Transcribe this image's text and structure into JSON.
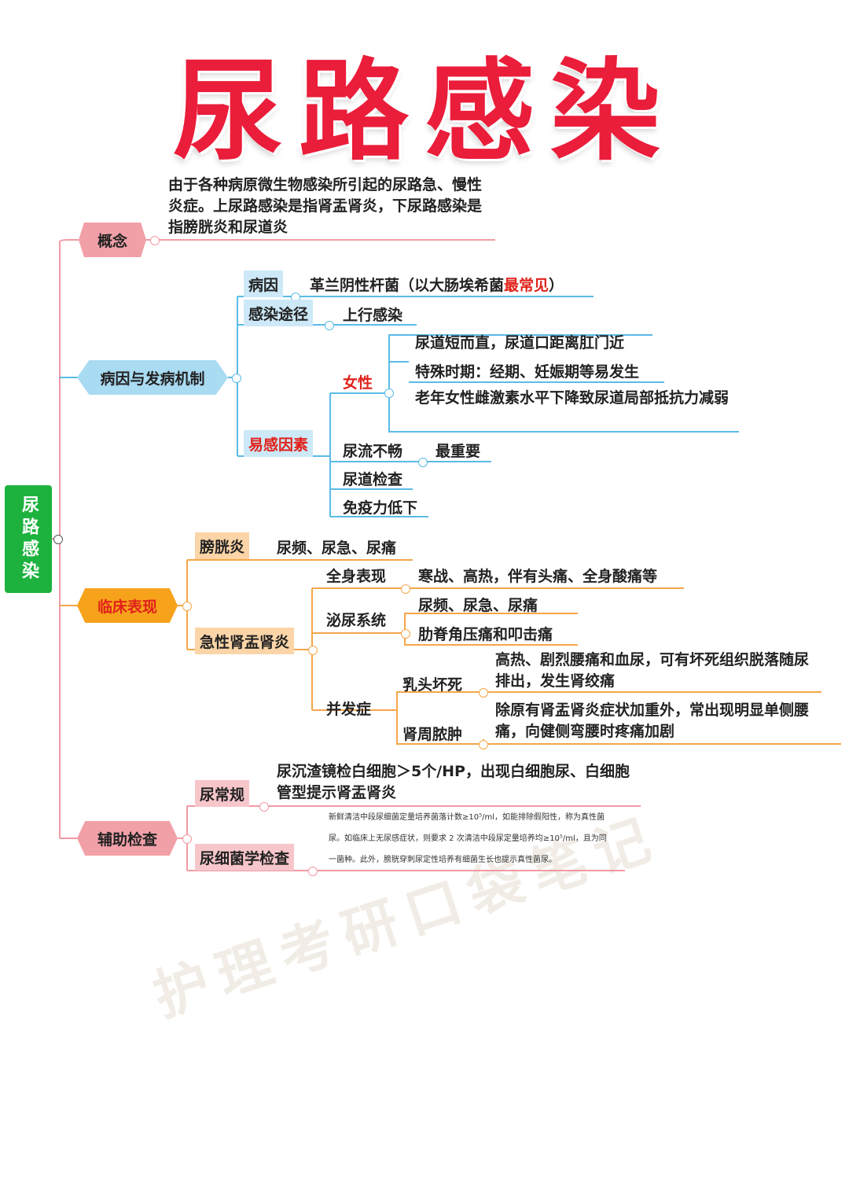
{
  "title": "尿路感染",
  "watermark": "护理考研口袋笔记",
  "root": "尿路感染",
  "concept": {
    "label": "概念",
    "text": "由于各种病原微生物感染所引起的尿路急、慢性炎症。上尿路感染是指肾盂肾炎，下尿路感染是指膀胱炎和尿道炎"
  },
  "etiology": {
    "label": "病因与发病机制",
    "cause_label": "病因",
    "cause_text": "革兰阴性杆菌（以大肠埃希菌",
    "cause_emph": "最常见",
    "cause_close": "）",
    "route_label": "感染途径",
    "route_text": "上行感染",
    "risk_label": "易感因素",
    "female_label": "女性",
    "female_items": [
      "尿道短而直，尿道口距离肛门近",
      "特殊时期：经期、妊娠期等易发生",
      "老年女性雌激素水平下降致尿道局部抵抗力减弱"
    ],
    "obstruction": "尿流不畅",
    "obstruction_note": "最重要",
    "catheter": "尿道检查",
    "immunity": "免疫力低下"
  },
  "clinical": {
    "label": "临床表现",
    "cystitis_label": "膀胱炎",
    "cystitis_text": "尿频、尿急、尿痛",
    "pyelo_label": "急性肾盂肾炎",
    "systemic_label": "全身表现",
    "systemic_text": "寒战、高热，伴有头痛、全身酸痛等",
    "urinary_label": "泌尿系统",
    "urinary_items": [
      "尿频、尿急、尿痛",
      "肋脊角压痛和叩击痛"
    ],
    "complication_label": "并发症",
    "papillary_label": "乳头坏死",
    "papillary_text": "高热、剧烈腰痛和血尿，可有坏死组织脱落随尿排出，发生肾绞痛",
    "abscess_label": "肾周脓肿",
    "abscess_text": "除原有肾盂肾炎症状加重外，常出现明显单侧腰痛，向健侧弯腰时疼痛加剧"
  },
  "exam": {
    "label": "辅助检查",
    "routine_label": "尿常规",
    "routine_text": "尿沉渣镜检白细胞＞5个/HP，出现白细胞尿、白细胞管型提示肾盂肾炎",
    "culture_label": "尿细菌学检查",
    "culture_lines": [
      "新鲜清洁中段尿细菌定量培养菌落计数≥10⁵/ml，如能排除假阳性，称为真性菌",
      "尿。如临床上无尿感症状，则要求 2 次清洁中段尿定量培养均≥10⁵/ml，且为同",
      "一菌种。此外，膀胱穿刺尿定性培养有细菌生长也提示真性菌尿。"
    ]
  },
  "colors": {
    "red": "#e0211a",
    "blue": "#5bbbe6",
    "orange": "#f5a64a",
    "pink": "#f29aa4",
    "green": "#1db23e"
  }
}
